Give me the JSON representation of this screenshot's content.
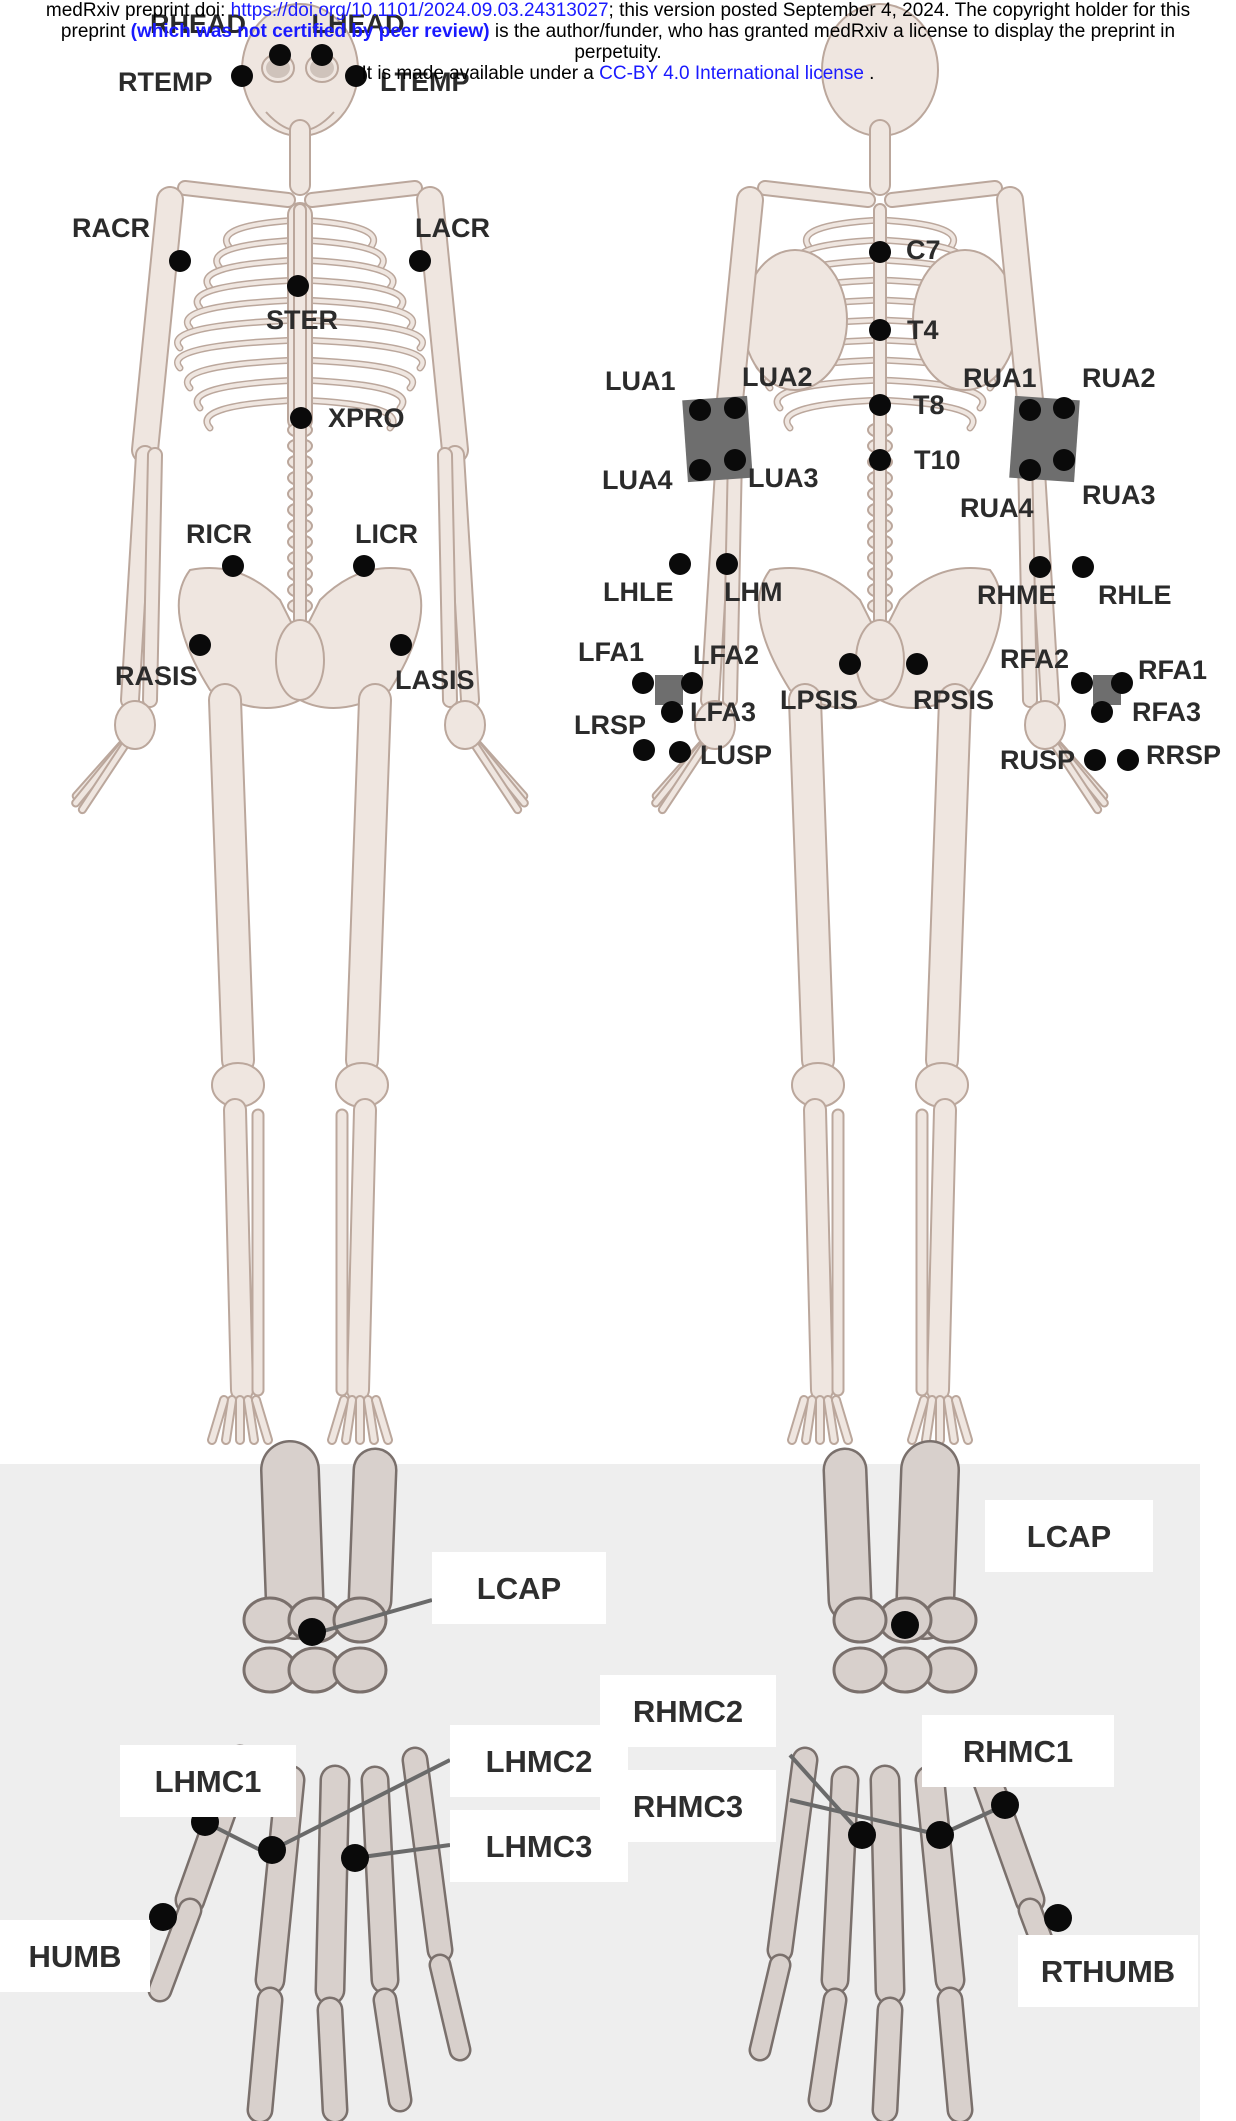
{
  "header": {
    "line1_pre": "medRxiv preprint doi: ",
    "line1_link": "https://doi.org/10.1101/2024.09.03.24313027",
    "line1_post": "; this version posted September 4, 2024. The copyright holder for this",
    "line2_pre": "preprint ",
    "line2_bold": "(which was not certified by peer review)",
    "line2_post": " is the author/funder, who has granted medRxiv a license to display the preprint in",
    "line3": "perpetuity.",
    "line4_pre": "It is made available under a ",
    "line4_link": "CC-BY 4.0 International license",
    "line4_post": " ."
  },
  "colors": {
    "bone_fill": "#efe6e0",
    "bone_stroke": "#bba79c",
    "hand_bone_fill": "#d8d0cc",
    "hand_bone_stroke": "#7a706c",
    "marker": "#0a0a0a",
    "plate": "#6e6e6e",
    "label_box": "#ffffff",
    "hand_background": "#eeeeee"
  },
  "front_markers": [
    {
      "name": "RHEAD"
    },
    {
      "name": "LHEAD"
    },
    {
      "name": "RTEMP"
    },
    {
      "name": "LTEMP"
    },
    {
      "name": "RACR"
    },
    {
      "name": "LACR"
    },
    {
      "name": "STER"
    },
    {
      "name": "XPRO"
    },
    {
      "name": "RICR"
    },
    {
      "name": "LICR"
    },
    {
      "name": "RASIS"
    },
    {
      "name": "LASIS"
    }
  ],
  "back_markers": [
    {
      "name": "C7"
    },
    {
      "name": "T4"
    },
    {
      "name": "T8"
    },
    {
      "name": "T10"
    },
    {
      "name": "LUA1"
    },
    {
      "name": "LUA2"
    },
    {
      "name": "LUA3"
    },
    {
      "name": "LUA4"
    },
    {
      "name": "RUA1"
    },
    {
      "name": "RUA2"
    },
    {
      "name": "RUA3"
    },
    {
      "name": "RUA4"
    },
    {
      "name": "LHLE"
    },
    {
      "name": "LHM"
    },
    {
      "name": "RHME"
    },
    {
      "name": "RHLE"
    },
    {
      "name": "LFA1"
    },
    {
      "name": "LFA2"
    },
    {
      "name": "LFA3"
    },
    {
      "name": "LRSP"
    },
    {
      "name": "LUSP"
    },
    {
      "name": "RFA1"
    },
    {
      "name": "RFA2"
    },
    {
      "name": "RFA3"
    },
    {
      "name": "RRSP"
    },
    {
      "name": "RUSP"
    },
    {
      "name": "LPSIS"
    },
    {
      "name": "RPSIS"
    }
  ],
  "hand_left_labels": [
    {
      "name": "LCAP"
    },
    {
      "name": "LHMC1"
    },
    {
      "name": "LHMC2"
    },
    {
      "name": "LHMC3"
    },
    {
      "name": "HUMB"
    }
  ],
  "hand_right_labels": [
    {
      "name": "LCAP"
    },
    {
      "name": "RHMC2"
    },
    {
      "name": "RHMC1"
    },
    {
      "name": "RHMC3"
    },
    {
      "name": "RTHUMB"
    }
  ]
}
